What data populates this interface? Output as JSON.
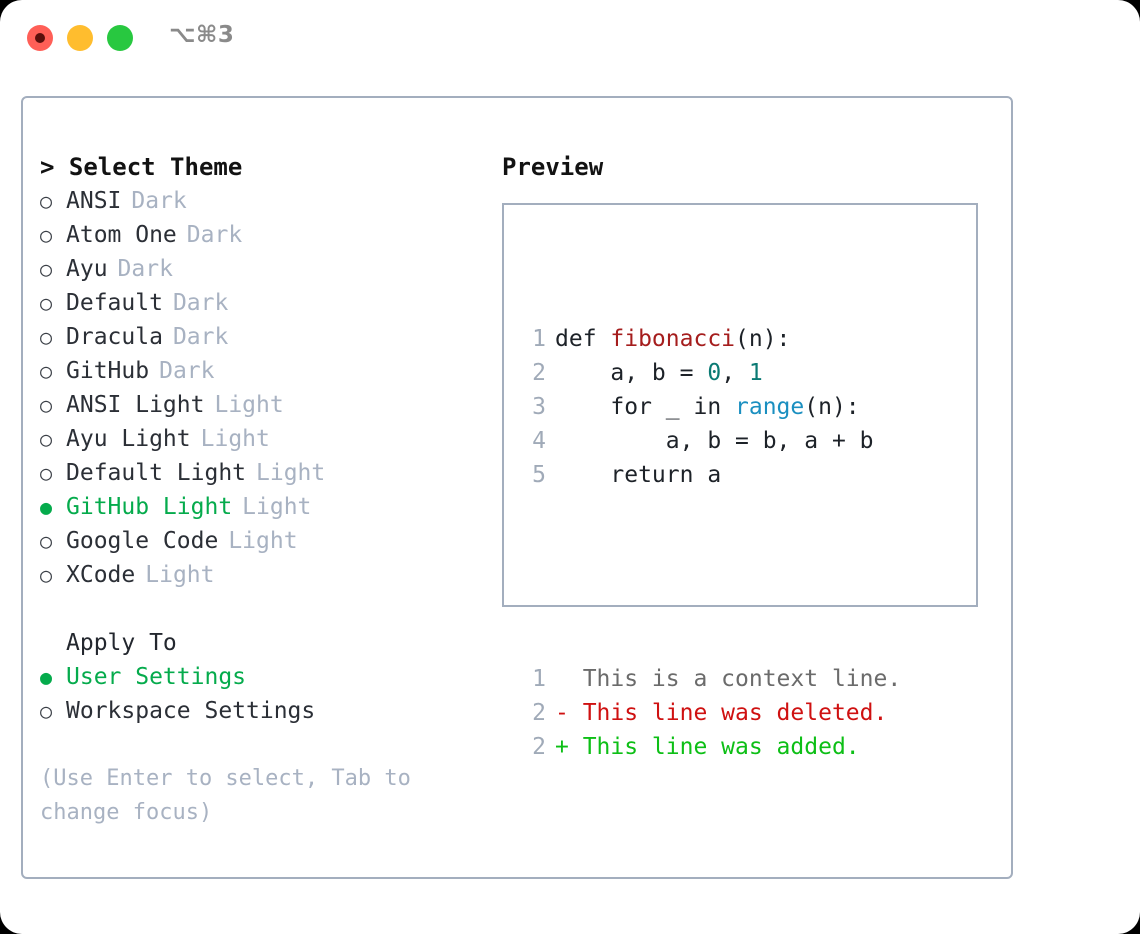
{
  "titlebar": {
    "shortcut": "⌥⌘3",
    "buttons": [
      {
        "name": "close",
        "color": "#ff5f57"
      },
      {
        "name": "minimize",
        "color": "#ffbd2e"
      },
      {
        "name": "maximize",
        "color": "#28c840"
      }
    ]
  },
  "theme_list": {
    "caret": ">",
    "header": "Select Theme",
    "marker_unselected": "○",
    "marker_selected": "●",
    "items": [
      {
        "name": "ANSI",
        "kind": "Dark",
        "selected": false
      },
      {
        "name": "Atom One",
        "kind": "Dark",
        "selected": false
      },
      {
        "name": "Ayu",
        "kind": "Dark",
        "selected": false
      },
      {
        "name": "Default",
        "kind": "Dark",
        "selected": false
      },
      {
        "name": "Dracula",
        "kind": "Dark",
        "selected": false
      },
      {
        "name": "GitHub",
        "kind": "Dark",
        "selected": false
      },
      {
        "name": "ANSI Light",
        "kind": "Light",
        "selected": false
      },
      {
        "name": "Ayu Light",
        "kind": "Light",
        "selected": false
      },
      {
        "name": "Default Light",
        "kind": "Light",
        "selected": false
      },
      {
        "name": "GitHub Light",
        "kind": "Light",
        "selected": true
      },
      {
        "name": "Google Code",
        "kind": "Light",
        "selected": false
      },
      {
        "name": "XCode",
        "kind": "Light",
        "selected": false
      }
    ]
  },
  "apply_to": {
    "header": "Apply To",
    "items": [
      {
        "name": "User Settings",
        "selected": true
      },
      {
        "name": "Workspace Settings",
        "selected": false
      }
    ]
  },
  "hint": "(Use Enter to select, Tab to change focus)",
  "preview": {
    "title": "Preview",
    "code_lines": [
      {
        "no": "1",
        "tokens": [
          {
            "t": "def ",
            "c": "plain"
          },
          {
            "t": "fibonacci",
            "c": "fn"
          },
          {
            "t": "(n):",
            "c": "plain"
          }
        ]
      },
      {
        "no": "2",
        "tokens": [
          {
            "t": "    a, b = ",
            "c": "plain"
          },
          {
            "t": "0",
            "c": "num"
          },
          {
            "t": ", ",
            "c": "plain"
          },
          {
            "t": "1",
            "c": "num"
          }
        ]
      },
      {
        "no": "3",
        "tokens": [
          {
            "t": "    for _ in ",
            "c": "plain"
          },
          {
            "t": "range",
            "c": "builtin"
          },
          {
            "t": "(n):",
            "c": "plain"
          }
        ]
      },
      {
        "no": "4",
        "tokens": [
          {
            "t": "        a, b = b, a + b",
            "c": "plain"
          }
        ]
      },
      {
        "no": "5",
        "tokens": [
          {
            "t": "    return a",
            "c": "plain"
          }
        ]
      }
    ],
    "diff_lines": [
      {
        "no": "1",
        "prefix": "  ",
        "text": "This is a context line.",
        "kind": "ctx"
      },
      {
        "no": "2",
        "prefix": "- ",
        "text": "This line was deleted.",
        "kind": "del"
      },
      {
        "no": "2",
        "prefix": "+ ",
        "text": "This line was added.",
        "kind": "add"
      }
    ]
  },
  "colors": {
    "selected_green": "#05ab4c",
    "diff_add": "#0dbf16",
    "diff_del": "#cf1111",
    "keyword_fn": "#a51d1d",
    "number": "#0b7a74",
    "builtin": "#1a8fc0",
    "muted": "#a8b2c2",
    "border": "#a3aebe"
  }
}
